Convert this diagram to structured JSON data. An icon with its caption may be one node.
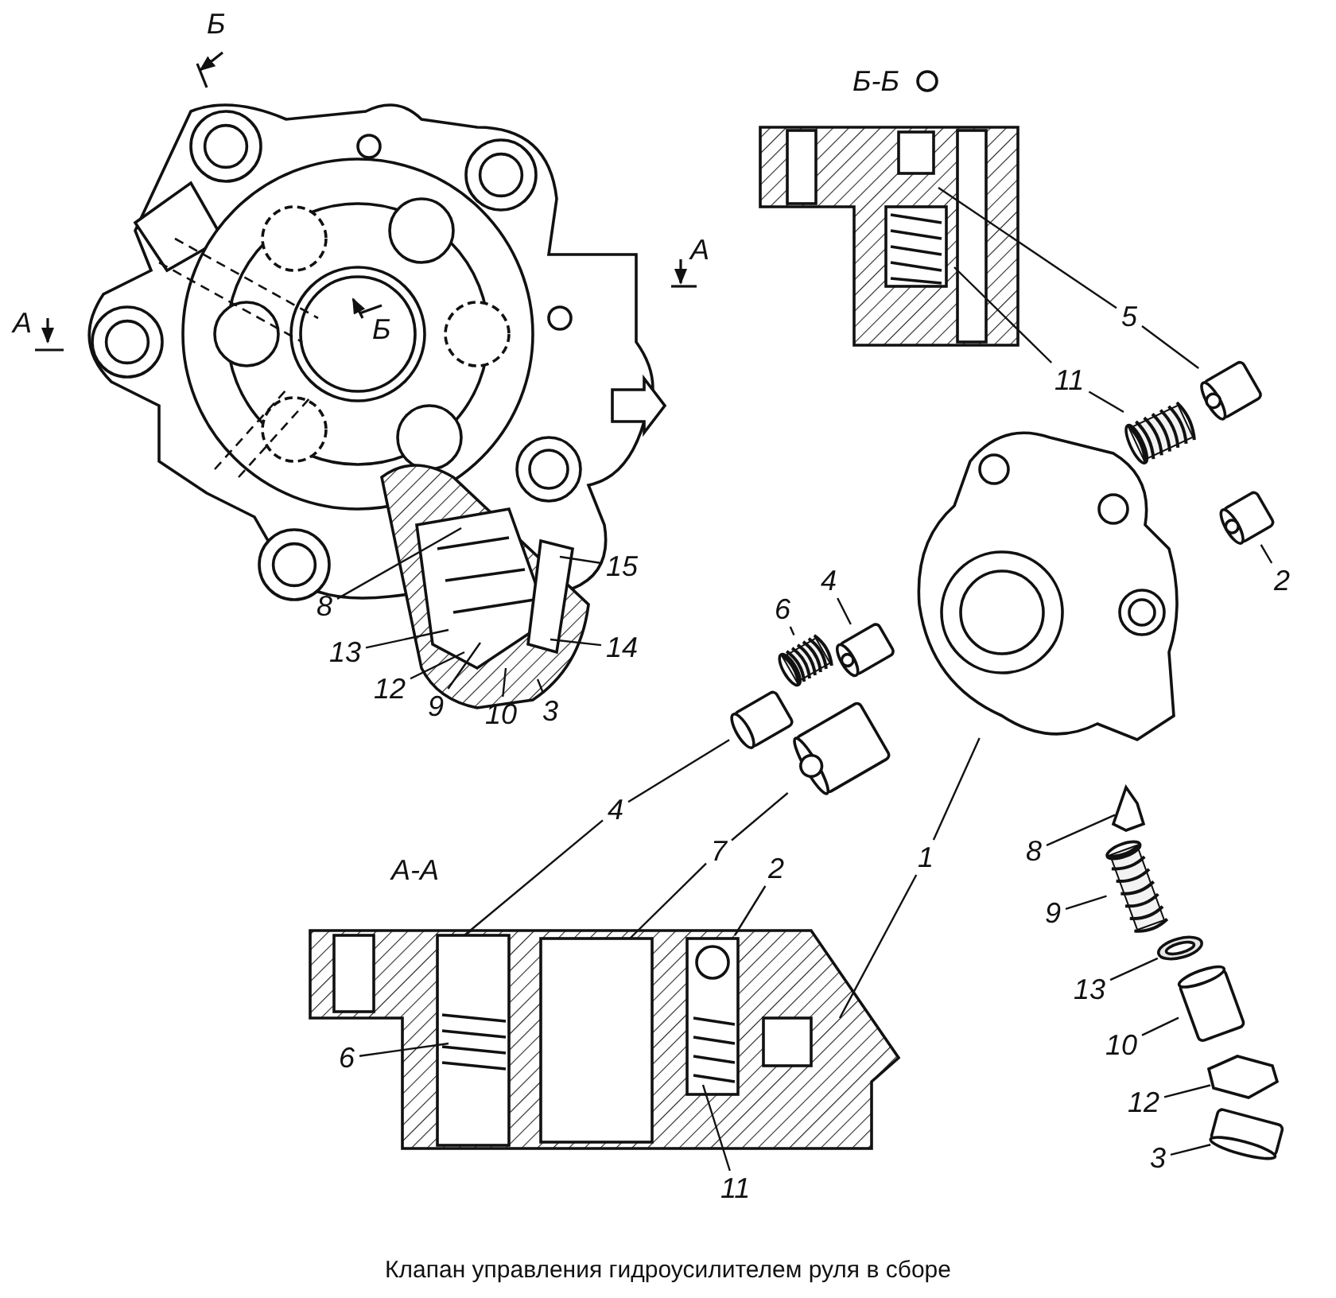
{
  "diagram": {
    "caption": "Клапан управления гидроусилителем руля в сборе",
    "nodes": [
      {
        "text": [
          "5"
        ]
      },
      {
        "text": [
          "11"
        ]
      },
      {
        "text": [
          "2"
        ]
      },
      {
        "text": [
          "15"
        ]
      },
      {
        "text": [
          "8"
        ]
      },
      {
        "text": [
          "4"
        ]
      },
      {
        "text": [
          "6"
        ]
      },
      {
        "text": [
          "14"
        ]
      },
      {
        "text": [
          "13"
        ]
      },
      {
        "text": [
          "12"
        ]
      },
      {
        "text": [
          "9"
        ]
      },
      {
        "text": [
          "3"
        ]
      },
      {
        "text": [
          "10"
        ]
      },
      {
        "text": [
          "4"
        ]
      },
      {
        "text": [
          "7"
        ]
      },
      {
        "text": [
          "2"
        ]
      },
      {
        "text": [
          "1"
        ]
      },
      {
        "text": [
          "8"
        ]
      },
      {
        "text": [
          "9"
        ]
      },
      {
        "text": [
          "13"
        ]
      },
      {
        "text": [
          "6"
        ]
      },
      {
        "text": [
          "10"
        ]
      },
      {
        "text": [
          "12"
        ]
      },
      {
        "text": [
          "3"
        ]
      },
      {
        "text": [
          "11"
        ]
      },
      {
        "text": [],
        "shape": "picture"
      },
      {
        "text": [],
        "shape": "picture"
      },
      {
        "text": [],
        "shape": "picture"
      },
      {
        "text": [],
        "shape": "spring"
      },
      {
        "text": [],
        "shape": "picture"
      },
      {
        "text": [],
        "shape": "picture"
      },
      {
        "text": [],
        "shape": "picture"
      },
      {
        "text": [],
        "shape": "spring"
      },
      {
        "text": [],
        "shape": "picture"
      },
      {
        "text": [],
        "shape": "picture"
      },
      {
        "text": [],
        "shape": "picture"
      },
      {
        "text": [],
        "shape": "picture"
      },
      {
        "text": [],
        "shape": "spring"
      },
      {
        "text": [],
        "shape": "picture"
      },
      {
        "text": [],
        "shape": "picture"
      },
      {
        "text": [],
        "shape": "picture"
      },
      {
        "text": [],
        "shape": "picture"
      }
    ],
    "edges": [
      {
        "from": 0,
        "to": 26,
        "arrow": "none"
      },
      {
        "from": 0,
        "to": 27,
        "arrow": "none"
      },
      {
        "from": 1,
        "to": 26,
        "arrow": "none"
      },
      {
        "from": 1,
        "to": 28,
        "arrow": "none"
      },
      {
        "from": 2,
        "to": 29,
        "arrow": "none"
      },
      {
        "from": 3,
        "to": 25,
        "arrow": "none"
      },
      {
        "from": 4,
        "to": 25,
        "arrow": "none"
      },
      {
        "from": 5,
        "to": 31,
        "arrow": "none"
      },
      {
        "from": 6,
        "to": 32,
        "arrow": "none"
      },
      {
        "from": 7,
        "to": 25,
        "arrow": "none"
      },
      {
        "from": 8,
        "to": 25,
        "arrow": "none"
      },
      {
        "from": 9,
        "to": 25,
        "arrow": "none"
      },
      {
        "from": 10,
        "to": 25,
        "arrow": "none"
      },
      {
        "from": 11,
        "to": 25,
        "arrow": "none"
      },
      {
        "from": 12,
        "to": 25,
        "arrow": "none"
      },
      {
        "from": 13,
        "to": 33,
        "arrow": "none"
      },
      {
        "from": 13,
        "to": 35,
        "arrow": "none"
      },
      {
        "from": 14,
        "to": 34,
        "arrow": "none"
      },
      {
        "from": 14,
        "to": 35,
        "arrow": "none"
      },
      {
        "from": 15,
        "to": 35,
        "arrow": "none"
      },
      {
        "from": 16,
        "to": 30,
        "arrow": "none"
      },
      {
        "from": 16,
        "to": 35,
        "arrow": "none"
      },
      {
        "from": 17,
        "to": 36,
        "arrow": "none"
      },
      {
        "from": 18,
        "to": 37,
        "arrow": "none"
      },
      {
        "from": 19,
        "to": 38,
        "arrow": "none"
      },
      {
        "from": 20,
        "to": 35,
        "arrow": "none"
      },
      {
        "from": 21,
        "to": 39,
        "arrow": "none"
      },
      {
        "from": 22,
        "to": 40,
        "arrow": "none"
      },
      {
        "from": 23,
        "to": 41,
        "arrow": "none"
      },
      {
        "from": 24,
        "to": 35,
        "arrow": "none"
      }
    ],
    "labels": [
      "Б",
      "Б-Б",
      "А",
      "А",
      "Б",
      "А-А"
    ]
  }
}
